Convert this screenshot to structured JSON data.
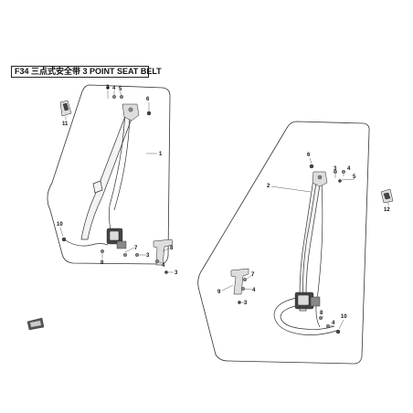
{
  "title": "F34 三点式安全带 3 POINT SEAT BELT",
  "callouts": {
    "n1": "1",
    "n2": "2",
    "n3": "3",
    "n4": "4",
    "n5": "5",
    "n6": "6",
    "n7": "7",
    "n8": "8",
    "n9": "9",
    "n10": "10",
    "n11": "11",
    "n12": "12"
  },
  "colors": {
    "line": "#333333",
    "background": "#ffffff"
  }
}
